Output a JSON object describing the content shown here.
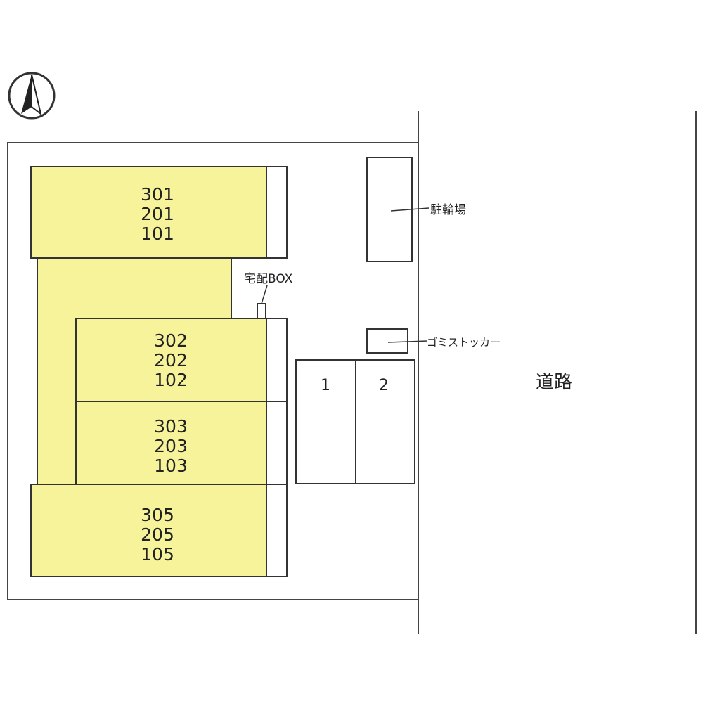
{
  "colors": {
    "building_fill": "#f6f39b",
    "line": "#333333",
    "background": "#ffffff"
  },
  "compass": {
    "icon": "north-arrow-icon"
  },
  "buildings": {
    "block_a": {
      "units": [
        "301",
        "201",
        "101"
      ]
    },
    "block_b": {
      "units": [
        "302",
        "202",
        "102"
      ]
    },
    "block_c": {
      "units": [
        "303",
        "203",
        "103"
      ]
    },
    "block_d": {
      "units": [
        "305",
        "205",
        "105"
      ]
    }
  },
  "facilities": {
    "bicycle_parking": "駐輪場",
    "delivery_box": "宅配BOX",
    "garbage_stocker": "ゴミストッカー"
  },
  "parking": {
    "spots": [
      "1",
      "2"
    ]
  },
  "road": {
    "label": "道路"
  }
}
